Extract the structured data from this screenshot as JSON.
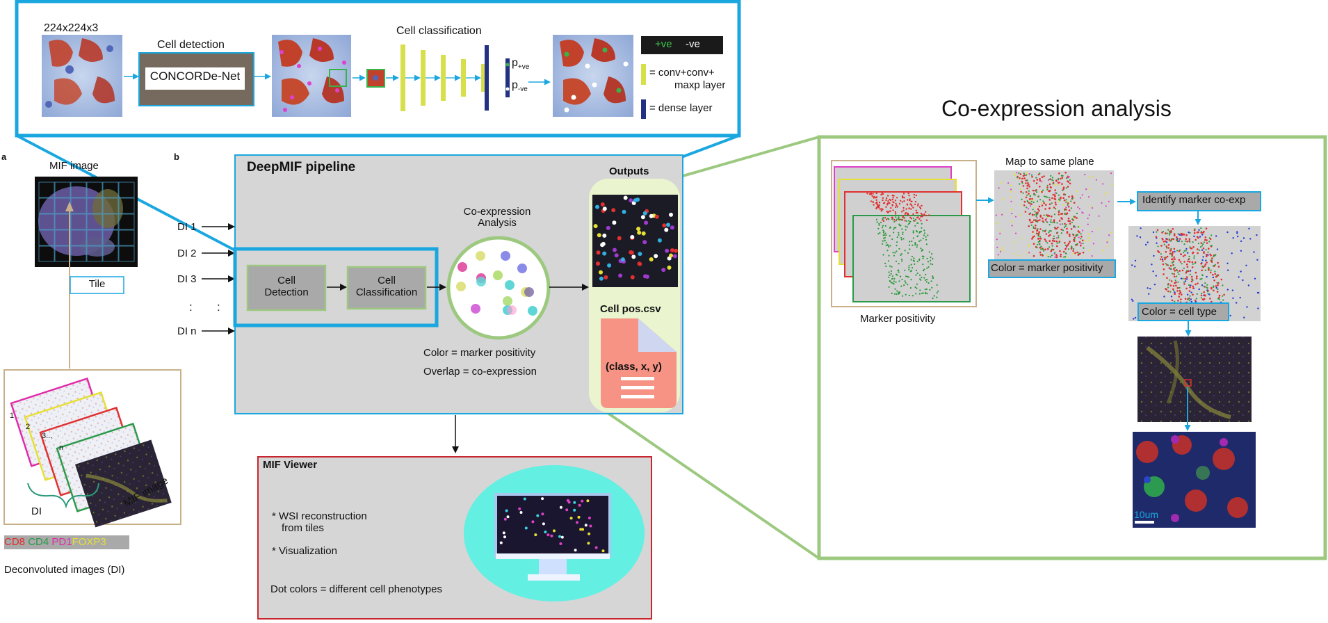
{
  "colors": {
    "blue": "#1aa7e0",
    "green": "#9cc97f",
    "red": "#c8262e",
    "tan": "#c8b18a",
    "gray": "#d6d6d6",
    "brown": "#756a5d",
    "yellow": "#d7e04a",
    "navy": "#243083",
    "outputs_bg": "#eaf5cf",
    "viewer_oval": "#63efe2",
    "doc": "#f69385"
  },
  "top_panel": {
    "input_size": "224x224x3",
    "cell_detection_label": "Cell detection",
    "concorde_net": "CONCORDe-Net",
    "cell_classification_label": "Cell classification",
    "p_pos": "p",
    "p_pos_sub": "+ve",
    "p_neg": "p",
    "p_neg_sub": "-ve",
    "legend_pos": "+ve",
    "legend_neg": "-ve",
    "legend_conv": "= conv+conv+",
    "legend_maxp": "maxp layer",
    "legend_dense": "= dense layer"
  },
  "panel_a": {
    "label": "a",
    "mif_image_title": "MIF image",
    "tile": "Tile",
    "stack_nums": [
      "1",
      "2",
      "3...",
      "n"
    ],
    "di_label": "DI",
    "mif_image_label": "MIF image",
    "legend": [
      "CD8",
      "CD4",
      "PD1",
      "FOXP3"
    ],
    "caption": "Deconvoluted images (DI)"
  },
  "panel_b": {
    "label": "b",
    "title": "DeepMIF pipeline",
    "inputs": [
      "DI 1",
      "DI 2",
      "DI 3",
      "DI n"
    ],
    "ellipsis": [
      ":",
      ":"
    ],
    "cell_detection": [
      "Cell",
      "Detection"
    ],
    "cell_classification": [
      "Cell",
      "Classification"
    ],
    "coexp_title": [
      "Co-expression",
      "Analysis"
    ],
    "color_note": "Color = marker positivity",
    "overlap_note": "Overlap = co-expression",
    "outputs": "Outputs",
    "csv_name": "Cell pos.csv",
    "csv_content": "(class, x, y)"
  },
  "viewer": {
    "title": "MIF Viewer",
    "bullet1_a": "* WSI reconstruction",
    "bullet1_b": "from tiles",
    "bullet2": "* Visualization",
    "dot_note": "Dot colors = different cell phenotypes"
  },
  "coexp_panel": {
    "title": "Co-expression analysis",
    "map_label": "Map to same plane",
    "marker_positivity": "Marker positivity",
    "color_marker": "Color = marker positivity",
    "identify": "Identify marker co-exp",
    "color_cell": "Color = cell type",
    "scale_bar": "10um"
  }
}
